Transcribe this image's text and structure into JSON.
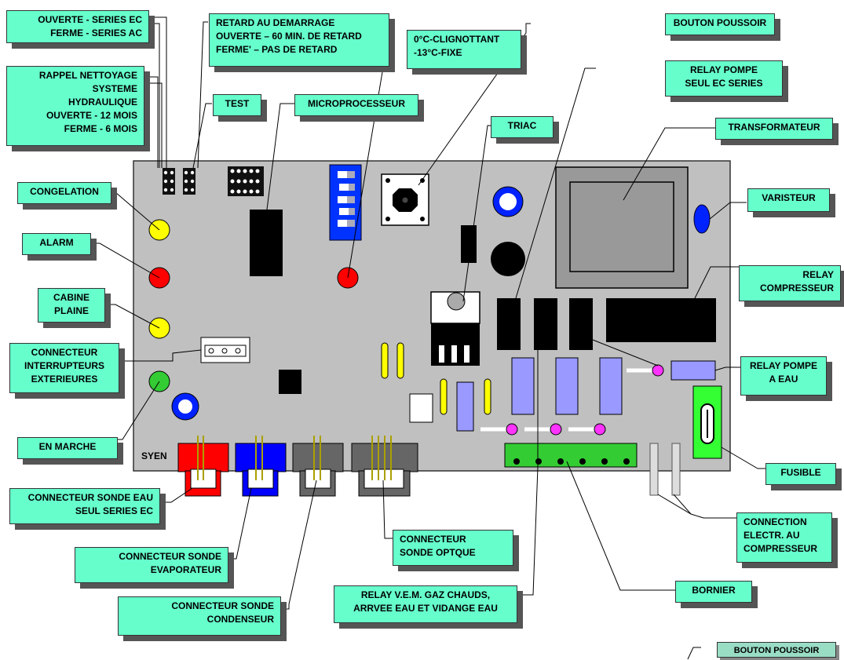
{
  "board": {
    "brand": "SYEN"
  },
  "colors": {
    "label_bg": "#66ffcc",
    "board": "#c0c0c0",
    "led_yellow": "#ffff00",
    "led_red": "#ff0000",
    "led_green": "#33cc33",
    "connector_red": "#ff0000",
    "connector_blue": "#0000ff",
    "connector_gray": "#666666",
    "dip_switch": "#0033ff",
    "terminal_block": "#33cc33",
    "triac_lilac": "#9999ff",
    "resistor_pink": "#ff33ff"
  },
  "labels": {
    "series_jumper": "OUVERTE - SERIES EC\nFERME - SERIES AC",
    "cleaning_reminder": "RAPPEL NETTOYAGE\nSYSTEME\nHYDRAULIQUE\nOUVERTE - 12 MOIS\nFERME - 6 MOIS",
    "startup_delay": "RETARD AU DEMARRAGE\nOUVERTE – 60 MIN. DE RETARD\nFERME' – PAS DE RETARD",
    "temperature": "0°C-CLIGNOTTANT\n-13°C-FIXE",
    "push_button": "BOUTON POUSSOIR",
    "relay_pump_ec": "RELAY POMPE\nSEUL EC SERIES",
    "test": "TEST",
    "microprocessor": "MICROPROCESSEUR",
    "triac": "TRIAC",
    "transformer": "TRANSFORMATEUR",
    "freezing": "CONGELATION",
    "varistor": "VARISTEUR",
    "alarm": "ALARM",
    "relay_compressor": "RELAY\nCOMPRESSEUR",
    "cabin_full": "CABINE\nPLAINE",
    "external_switches": "CONNECTEUR\nINTERRUPTEURS\nEXTERIEURES",
    "relay_water_pump": "RELAY POMPE\nA EAU",
    "running": "EN MARCHE",
    "fuse": "FUSIBLE",
    "water_probe": "CONNECTEUR SONDE EAU\nSEUL SERIES EC",
    "compressor_connection": "CONNECTION\nELECTR. AU\nCOMPRESSEUR",
    "optical_probe": "CONNECTEUR\nSONDE OPTQUE",
    "evaporator_probe": "CONNECTEUR SONDE\nEVAPORATEUR",
    "terminal_block": "BORNIER",
    "hot_gas_relay": "RELAY V.E.M. GAZ CHAUDS,\nARRVEE EAU ET VIDANGE EAU",
    "condenser_probe": "CONNECTEUR SONDE\nCONDENSEUR",
    "push_button_footer": "BOUTON POUSSOIR"
  }
}
